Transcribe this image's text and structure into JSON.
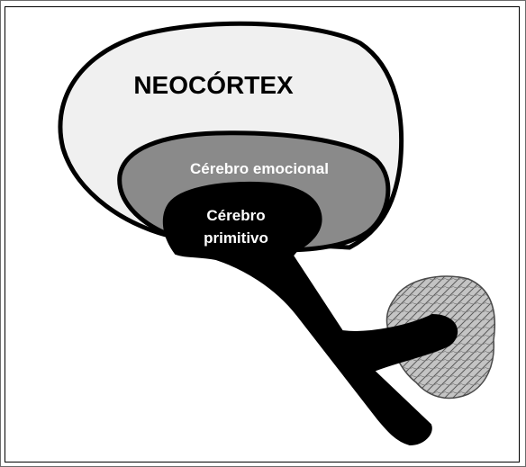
{
  "diagram": {
    "labels": {
      "neocortex": "NEOCÓRTEX",
      "emotional_brain": "Cérebro emocional",
      "primitive_brain_line1": "Cérebro",
      "primitive_brain_line2": "primitivo"
    },
    "colors": {
      "neocortex_fill": "#f0f0f0",
      "emotional_fill": "#8a8a8a",
      "primitive_fill": "#000000",
      "cerebellum_fill": "#b8b8b8",
      "outline": "#000000"
    }
  }
}
